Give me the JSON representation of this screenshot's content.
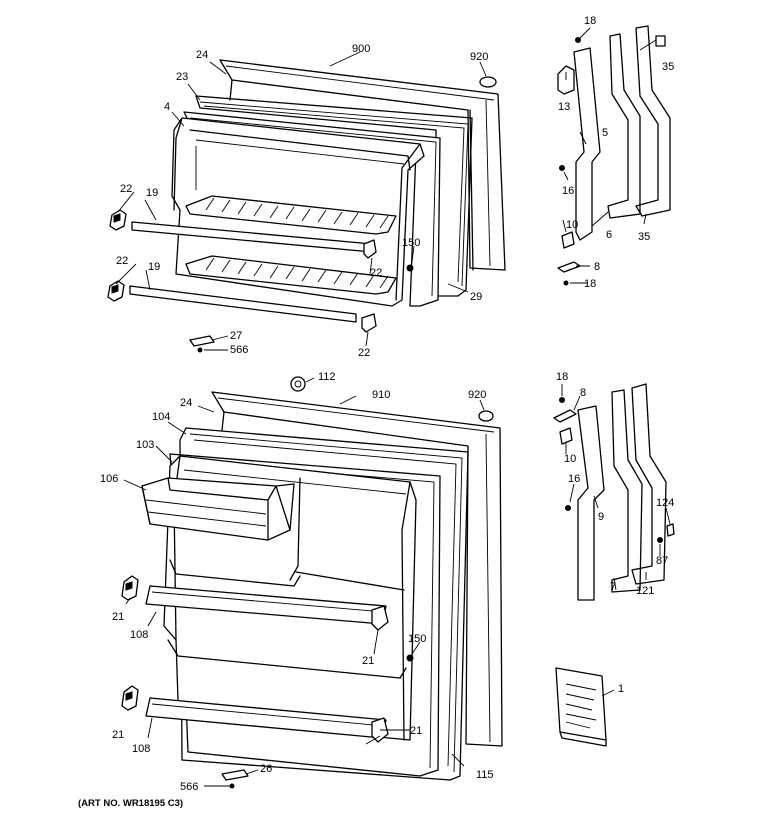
{
  "art_number": "(ART NO. WR18195 C3)",
  "labels": {
    "l18a": "18",
    "l900": "900",
    "l920a": "920",
    "l24a": "24",
    "l23": "23",
    "l4": "4",
    "l13": "13",
    "l35a": "35",
    "l5": "5",
    "l16a": "16",
    "l22a": "22",
    "l19a": "19",
    "l10a": "10",
    "l6": "6",
    "l35b": "35",
    "l150a": "150",
    "l22b": "22",
    "l8a": "8",
    "l22c": "22",
    "l19b": "19",
    "l18b": "18",
    "l29": "29",
    "l27": "27",
    "l566a": "566",
    "l22d": "22",
    "l112": "112",
    "l910": "910",
    "l920b": "920",
    "l18c": "18",
    "l8b": "8",
    "l24b": "24",
    "l104": "104",
    "l10b": "10",
    "l103": "103",
    "l106": "106",
    "l16b": "16",
    "l9": "9",
    "l124": "124",
    "l87": "87",
    "l21a": "21",
    "l7": "7",
    "l121": "121",
    "l108a": "108",
    "l150b": "150",
    "l21b": "21",
    "l1": "1",
    "l21c": "21",
    "l21d": "21",
    "l108b": "108",
    "l115": "115",
    "l566b": "566",
    "l26": "26"
  }
}
